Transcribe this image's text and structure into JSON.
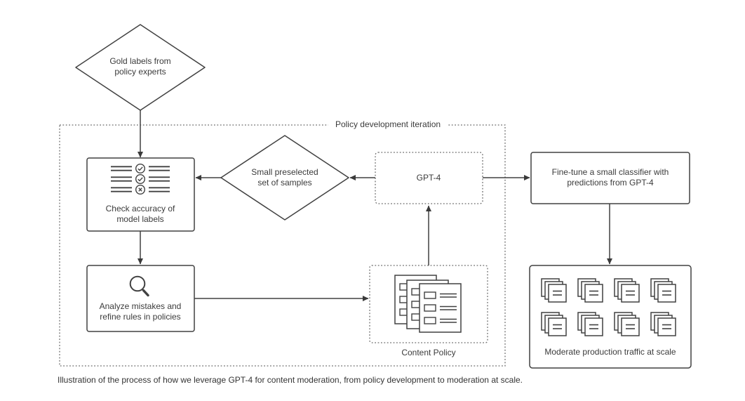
{
  "colors": {
    "stroke": "#414141",
    "dashed": "#6a6a6a",
    "text": "#3b3b3b",
    "background": "#ffffff"
  },
  "container": {
    "label": "Policy development iteration"
  },
  "nodes": {
    "gold_labels": {
      "label": "Gold labels from policy experts",
      "shape": "diamond"
    },
    "check_accuracy": {
      "label": "Check accuracy of model labels",
      "shape": "box",
      "icon": "checklist-icon"
    },
    "small_preselected": {
      "label": "Small preselected set of samples",
      "shape": "diamond"
    },
    "gpt4": {
      "label": "GPT-4",
      "shape": "dashed-box"
    },
    "analyze_mistakes": {
      "label": "Analyze mistakes and refine rules in policies",
      "shape": "box",
      "icon": "magnifier-icon"
    },
    "content_policy": {
      "label": "Content Policy",
      "shape": "dashed-box",
      "icon": "documents-icon"
    },
    "fine_tune": {
      "label": "Fine-tune a small classifier with predictions from GPT-4",
      "shape": "box"
    },
    "moderate_traffic": {
      "label": "Moderate production traffic at scale",
      "shape": "box",
      "icon": "page-stack-icon",
      "icon_count": 8
    }
  },
  "caption": "Illustration of the process of how we leverage GPT-4 for content moderation, from policy development to moderation at scale."
}
